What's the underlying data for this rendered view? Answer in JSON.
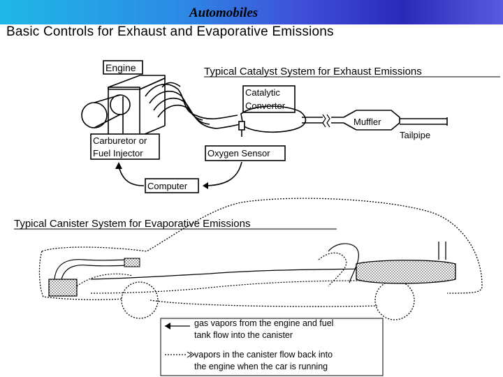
{
  "header": {
    "title": "Automobiles",
    "colors": {
      "gradient_start": "#1fb8e6",
      "gradient_end": "#2a2ab8"
    }
  },
  "page": {
    "heading": "Basic Controls for Exhaust and Evaporative Emissions"
  },
  "exhaust": {
    "title": "Typical Catalyst System for Exhaust Emissions",
    "labels": {
      "engine": "Engine",
      "catalytic_line1": "Catalytic",
      "catalytic_line2": "Converter",
      "muffler": "Muffler",
      "tailpipe": "Tailpipe",
      "carb_line1": "Carburetor or",
      "carb_line2": "Fuel Injector",
      "oxygen_sensor": "Oxygen Sensor",
      "computer": "Computer"
    }
  },
  "evaporative": {
    "title": "Typical Canister System for Evaporative Emissions",
    "legend": {
      "solid_line1": "gas vapors from the engine and fuel",
      "solid_line2": "tank flow into the canister",
      "dotted_line1": "vapors in the canister flow back into",
      "dotted_line2": "the engine when the car is running"
    }
  }
}
